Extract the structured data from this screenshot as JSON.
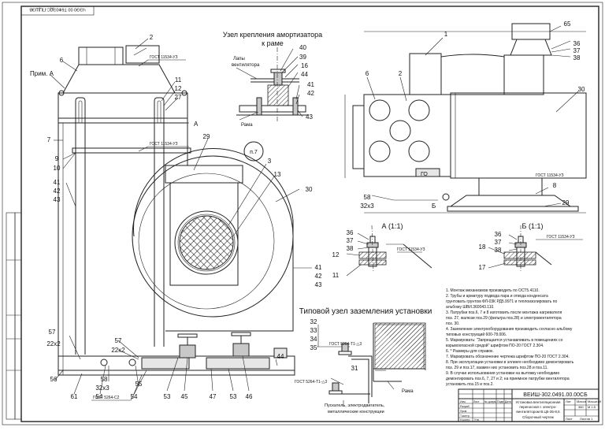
{
  "drawing": {
    "stamp_rotated": "ЧЭЭ0 00 Т6Ф0ЭДС-ПЦШЭВ",
    "left_view": {
      "callouts": [
        "6",
        "7",
        "9",
        "10",
        "41",
        "42",
        "43",
        "2",
        "11",
        "12",
        "27",
        "29",
        "3",
        "13",
        "30",
        "41",
        "42",
        "43",
        "57",
        "22x2",
        "57",
        "22x2",
        "56",
        "61",
        "54",
        "58",
        "32x3",
        "55",
        "54",
        "53",
        "45",
        "47",
        "53",
        "46",
        "44"
      ],
      "prim_a": "Прим. А",
      "letter_a": "А",
      "gost_top": "ГОСТ 11534-УЗ",
      "gost_mid": "ГОСТ 11534-УЗ",
      "gost_bottom": "ГОСТ 5264-С2",
      "p7": "п.7"
    },
    "mount_detail": {
      "title_line1": "Узел крепления амортизатора",
      "title_line2": "к раме",
      "lapy_line1": "Лапы",
      "lapy_line2": "вентилятора",
      "rama": "Рама",
      "callouts": [
        "40",
        "39",
        "16",
        "44",
        "41",
        "42",
        "43"
      ]
    },
    "right_view": {
      "callouts": [
        "1",
        "65",
        "36",
        "37",
        "38",
        "6",
        "2",
        "30",
        "8",
        "29",
        "58",
        "32x3"
      ],
      "gost": "ГОСТ 11534-УЗ",
      "go": "ГО",
      "letter_b": "Б"
    },
    "section_a": {
      "title": "А (1:1)",
      "callouts": [
        "36",
        "37",
        "38",
        "12",
        "11"
      ],
      "gost": "ГОСТ 11534-УЗ"
    },
    "section_b": {
      "title": "Б (1:1)",
      "callouts": [
        "36",
        "37",
        "38",
        "18",
        "17"
      ],
      "gost": "ГОСТ 11534-УЗ"
    },
    "grounding": {
      "title": "Типовой узел заземления установки",
      "callouts": [
        "32",
        "33",
        "34",
        "35",
        "31"
      ],
      "gost1": "ГОСТ 5264-Т1-△3",
      "gost2": "ГОСТ 5264-Т1-△3",
      "rama": "Рама",
      "note_line1": "Пускатель, электродвигатель,",
      "note_line2": "металлические конструкции"
    },
    "notes": [
      "1.  Монтаж механизмов производить по ОСТ5.4110.",
      "2.  Трубы и арматуру подвода пара и  отвода конденсата",
      "     грунтовать грунтом ФЛ-03К  РД5.9971 и теплоизолировать по",
      "     альбому ШВИ.360043.110.",
      "3.  Патрубки поз.6, 7 и 8 изготовить после монтажа нагревателя",
      "     поз. 27, жалюзи поз.29 (фильтра поз.28) и электровентилятора",
      "     поз. 30.",
      "4.  Заземление электрооборудования производить согласно альбому",
      "     типовых конструкций 600-78.006.",
      "5.  Маркировать: \"Запрещается устанавливать в помещениях со",
      "     взрывоопасной средой\" шрифтом ПО-20 ГОСТ 2.304.",
      "6. * Размеры для справок.",
      "7.  Маркировать обозначение чертежа шрифтом ПО-20 ГОСТ 2.304.",
      "8.  При эксплуатации установки в эллинге необходимо демонтировать",
      "     поз. 29 и поз.17, взамен них установить поз.28 и поз.11.",
      "9.  В случае использования установки на вытяжку необходимо",
      "     демонтировать поз.6, 7, 27 и 2; на приемное патрубке вентилятора",
      "     установить поз.15 и поз.2."
    ],
    "title_block": {
      "doc_number": "ВЕИШ-302.0491.00.00СБ",
      "name_line1": "Установка вентиляционная",
      "name_line2": "переносная с электро-",
      "name_line3": "вентилятором В.Ц5-35-8,5",
      "name_line4": "Сборочный чертеж",
      "lit": "Лит.",
      "mass": "Масса",
      "scale": "Масштаб",
      "mass_val": "380",
      "scale_val": "М 1:5",
      "sheet": "Лист",
      "sheets": "Листов 1",
      "roles": [
        "Разраб.",
        "Пров.",
        "Т.контр.",
        "Н.контр.",
        "Утв."
      ],
      "cols": [
        "Изм.",
        "Лист",
        "№ докум.",
        "Подп.",
        "Дата"
      ]
    }
  }
}
